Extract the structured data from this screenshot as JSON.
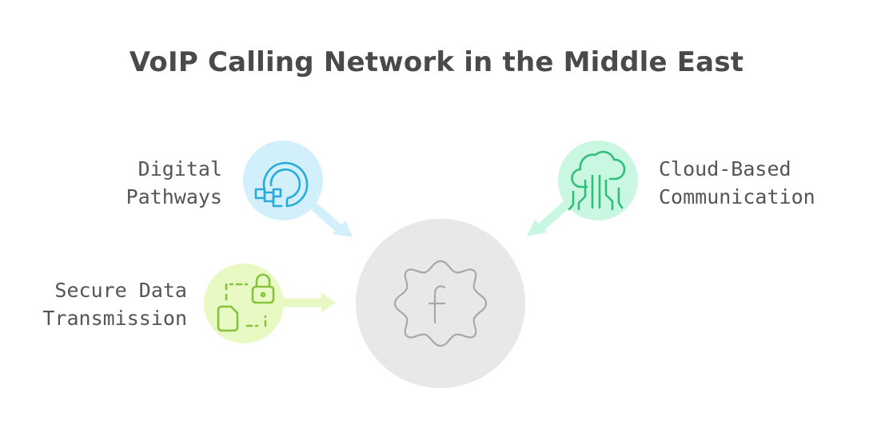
{
  "title": "VoIP Calling Network in the Middle East",
  "nodes": {
    "digital_pathways": {
      "lines": [
        "Digital",
        "Pathways"
      ],
      "icon": "digital-pathways-icon",
      "fill": "#d2f0fb",
      "stroke": "#29a9dc"
    },
    "secure_data": {
      "lines": [
        "Secure Data",
        "Transmission"
      ],
      "icon": "lock-file-icon",
      "fill": "#e9f9c4",
      "stroke": "#86c23c"
    },
    "cloud_based": {
      "lines": [
        "Cloud-Based",
        "Communication"
      ],
      "icon": "cloud-network-icon",
      "fill": "#c9f7e1",
      "stroke": "#2fbf79"
    },
    "center": {
      "icon": "function-gear-icon",
      "fill": "#e8e8e8",
      "stroke": "#a8a8a8"
    }
  }
}
